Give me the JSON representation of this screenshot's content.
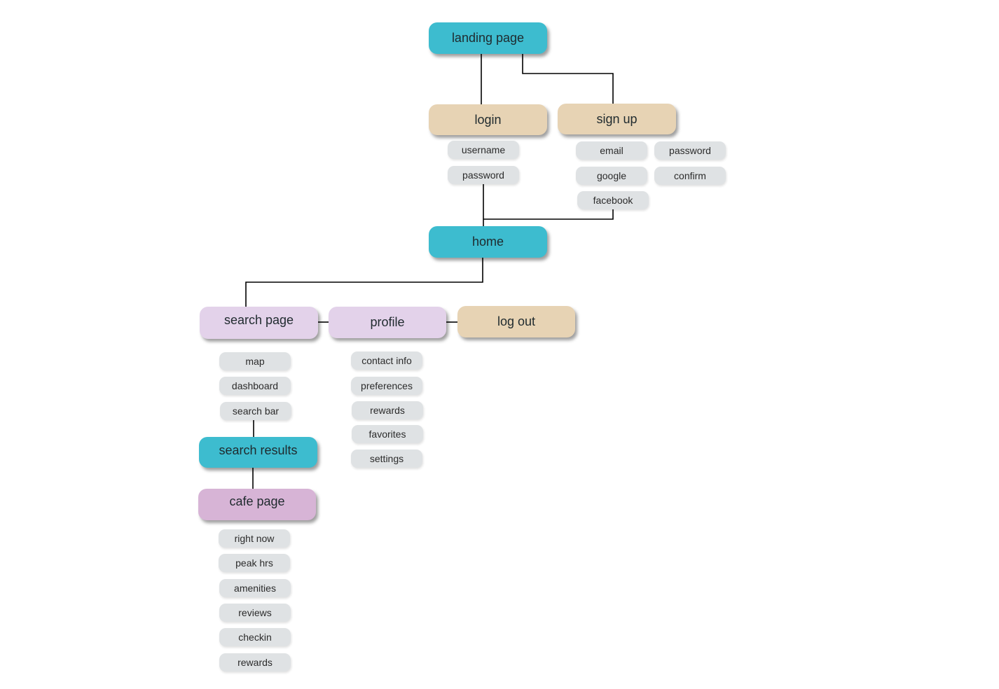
{
  "nodes": {
    "landing": "landing page",
    "login": "login",
    "signup": "sign up",
    "home": "home",
    "search_page": "search page",
    "profile": "profile",
    "logout": "log out",
    "search_results": "search results",
    "cafe_page": "cafe page"
  },
  "login_fields": [
    "username",
    "password"
  ],
  "signup_fields": {
    "left": [
      "email",
      "google",
      "facebook"
    ],
    "right": [
      "password",
      "confirm"
    ]
  },
  "search_items": [
    "map",
    "dashboard",
    "search bar"
  ],
  "profile_items": [
    "contact info",
    "preferences",
    "rewards",
    "favorites",
    "settings"
  ],
  "cafe_items": [
    "right now",
    "peak hrs",
    "amenities",
    "reviews",
    "checkin",
    "rewards"
  ],
  "colors": {
    "teal": "#3dbccf",
    "tan": "#e7d3b4",
    "lilac": "#e3d2ea",
    "mauve": "#d7b4d6",
    "chip": "#dfe2e4"
  }
}
